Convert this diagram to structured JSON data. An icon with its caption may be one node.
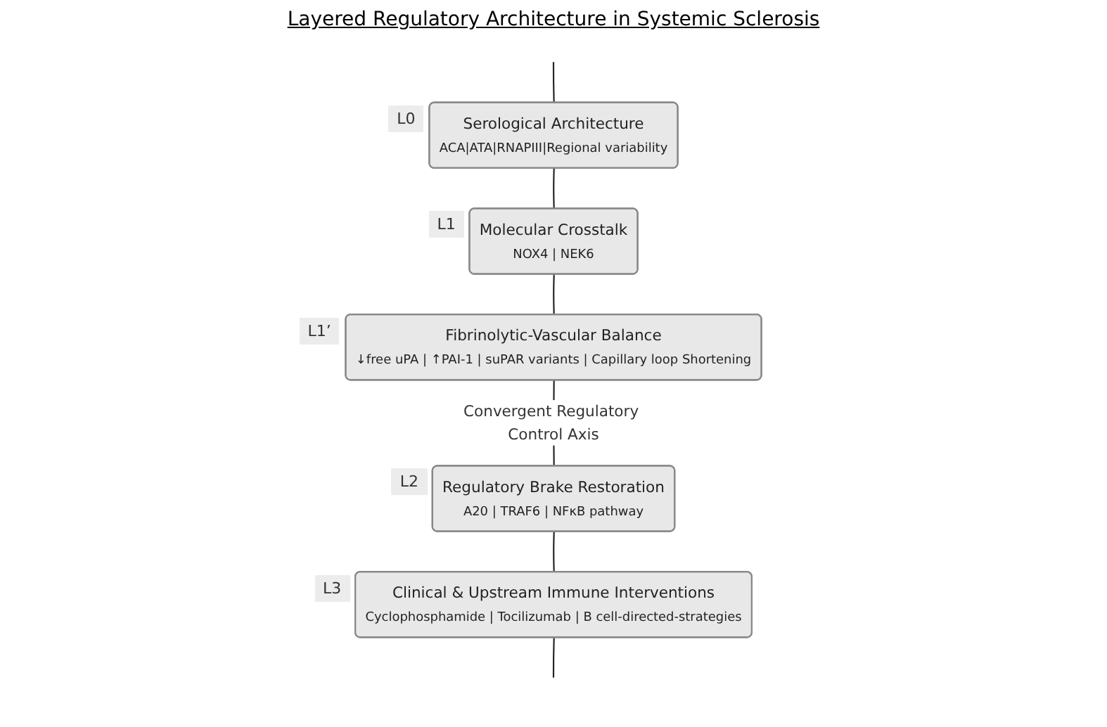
{
  "diagram": {
    "title": "Layered Regulatory Architecture in Systemic Sclerosis",
    "nodes": [
      {
        "text": [
          "Serological Architecture",
          "ACA|ATA|RNAPIII|Regional variability"
        ],
        "beside": [
          "L0"
        ]
      },
      {
        "text": [
          "Molecular Crosstalk",
          "NOX4 | NEK6"
        ],
        "beside": [
          "L1"
        ]
      },
      {
        "text": [
          "Fibrinolytic-Vascular Balance",
          "↓free uPA | ↑PAI-1 | suPAR variants | Capillary loop Shortening"
        ],
        "beside": [
          "L1’"
        ]
      },
      {
        "text": [
          "Regulatory Brake Restoration",
          "A20 | TRAF6 | NFκB pathway"
        ],
        "beside": [
          "L2"
        ]
      },
      {
        "text": [
          "Clinical & Upstream Immune Interventions",
          "Cyclophosphamide | Tocilizumab | B cell-directed-strategies"
        ],
        "beside": [
          "L3"
        ]
      }
    ],
    "edges": [
      {
        "from": null,
        "to": 0,
        "arrow": "none"
      },
      {
        "from": 0,
        "to": 1,
        "arrow": "none"
      },
      {
        "from": 1,
        "to": 2,
        "arrow": "none"
      },
      {
        "from": 2,
        "to": 3,
        "arrow": "none",
        "label": "Convergent Regulatory Control Axis"
      },
      {
        "from": 3,
        "to": 4,
        "arrow": "none"
      },
      {
        "from": 4,
        "to": null,
        "arrow": "none"
      }
    ]
  }
}
